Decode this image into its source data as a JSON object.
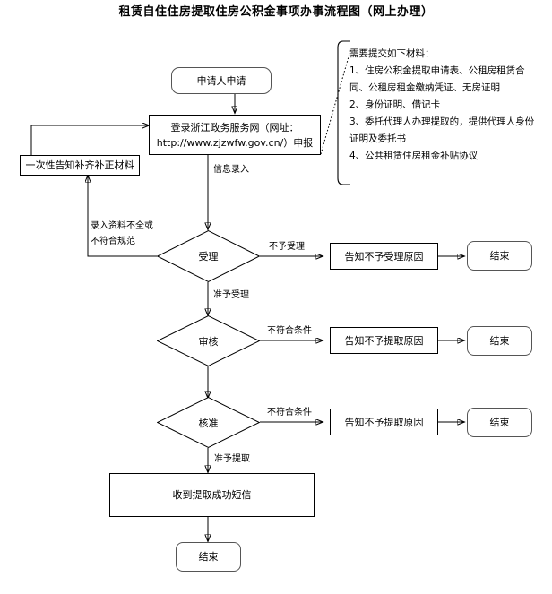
{
  "title": "租赁自住住房提取住房公积金事项办事流程图（网上办理）",
  "nodes": {
    "applicant": "申请人申请",
    "login_line1": "登录浙江政务服务网（网址：",
    "login_line2": "http://www.zjzwfw.gov.cn/）申报",
    "notify_supplement": "一次性告知补齐补正材料",
    "accept": "受理",
    "review": "审核",
    "approve": "核准",
    "reason_not_accept": "告知不予受理原因",
    "reason_not_withdraw_1": "告知不予提取原因",
    "reason_not_withdraw_2": "告知不予提取原因",
    "sms_success": "收到提取成功短信",
    "end_1": "结束",
    "end_2": "结束",
    "end_3": "结束",
    "end_4": "结束"
  },
  "edges": {
    "info_entry": "信息录入",
    "incomplete_line1": "录入资料不全或",
    "incomplete_line2": "不符合规范",
    "not_accept": "不予受理",
    "allow_accept": "准予受理",
    "not_meet_condition_1": "不符合条件",
    "not_meet_condition_2": "不符合条件",
    "allow_withdraw": "准予提取"
  },
  "note": {
    "heading": "需要提交如下材料：",
    "items": [
      "1、住房公积金提取申请表、公租房租赁合同、公租房租金缴纳凭证、无房证明",
      "2、身份证明、借记卡",
      "3、委托代理人办理提取的，提供代理人身份证明及委托书",
      "4、公共租赁住房租金补贴协议"
    ]
  },
  "colors": {
    "line": "#000000",
    "rounded_border": "#555555",
    "background": "#ffffff"
  }
}
